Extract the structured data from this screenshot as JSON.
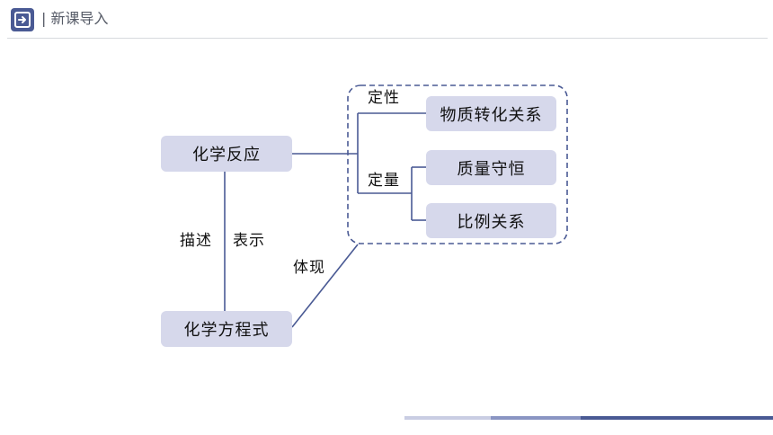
{
  "header": {
    "title": "| 新课导入",
    "logo_icon": "import-square-icon"
  },
  "colors": {
    "accent": "#4a5a94",
    "node_fill": "#d6d8eb",
    "line": "#4a5a94"
  },
  "diagram": {
    "nodes": {
      "reaction": "化学反应",
      "equation": "化学方程式",
      "transform": "物质转化关系",
      "conservation": "质量守恒",
      "ratio": "比例关系"
    },
    "labels": {
      "describe": "描述",
      "represent": "表示",
      "embody": "体现",
      "qualitative": "定性",
      "quantitative": "定量"
    }
  }
}
